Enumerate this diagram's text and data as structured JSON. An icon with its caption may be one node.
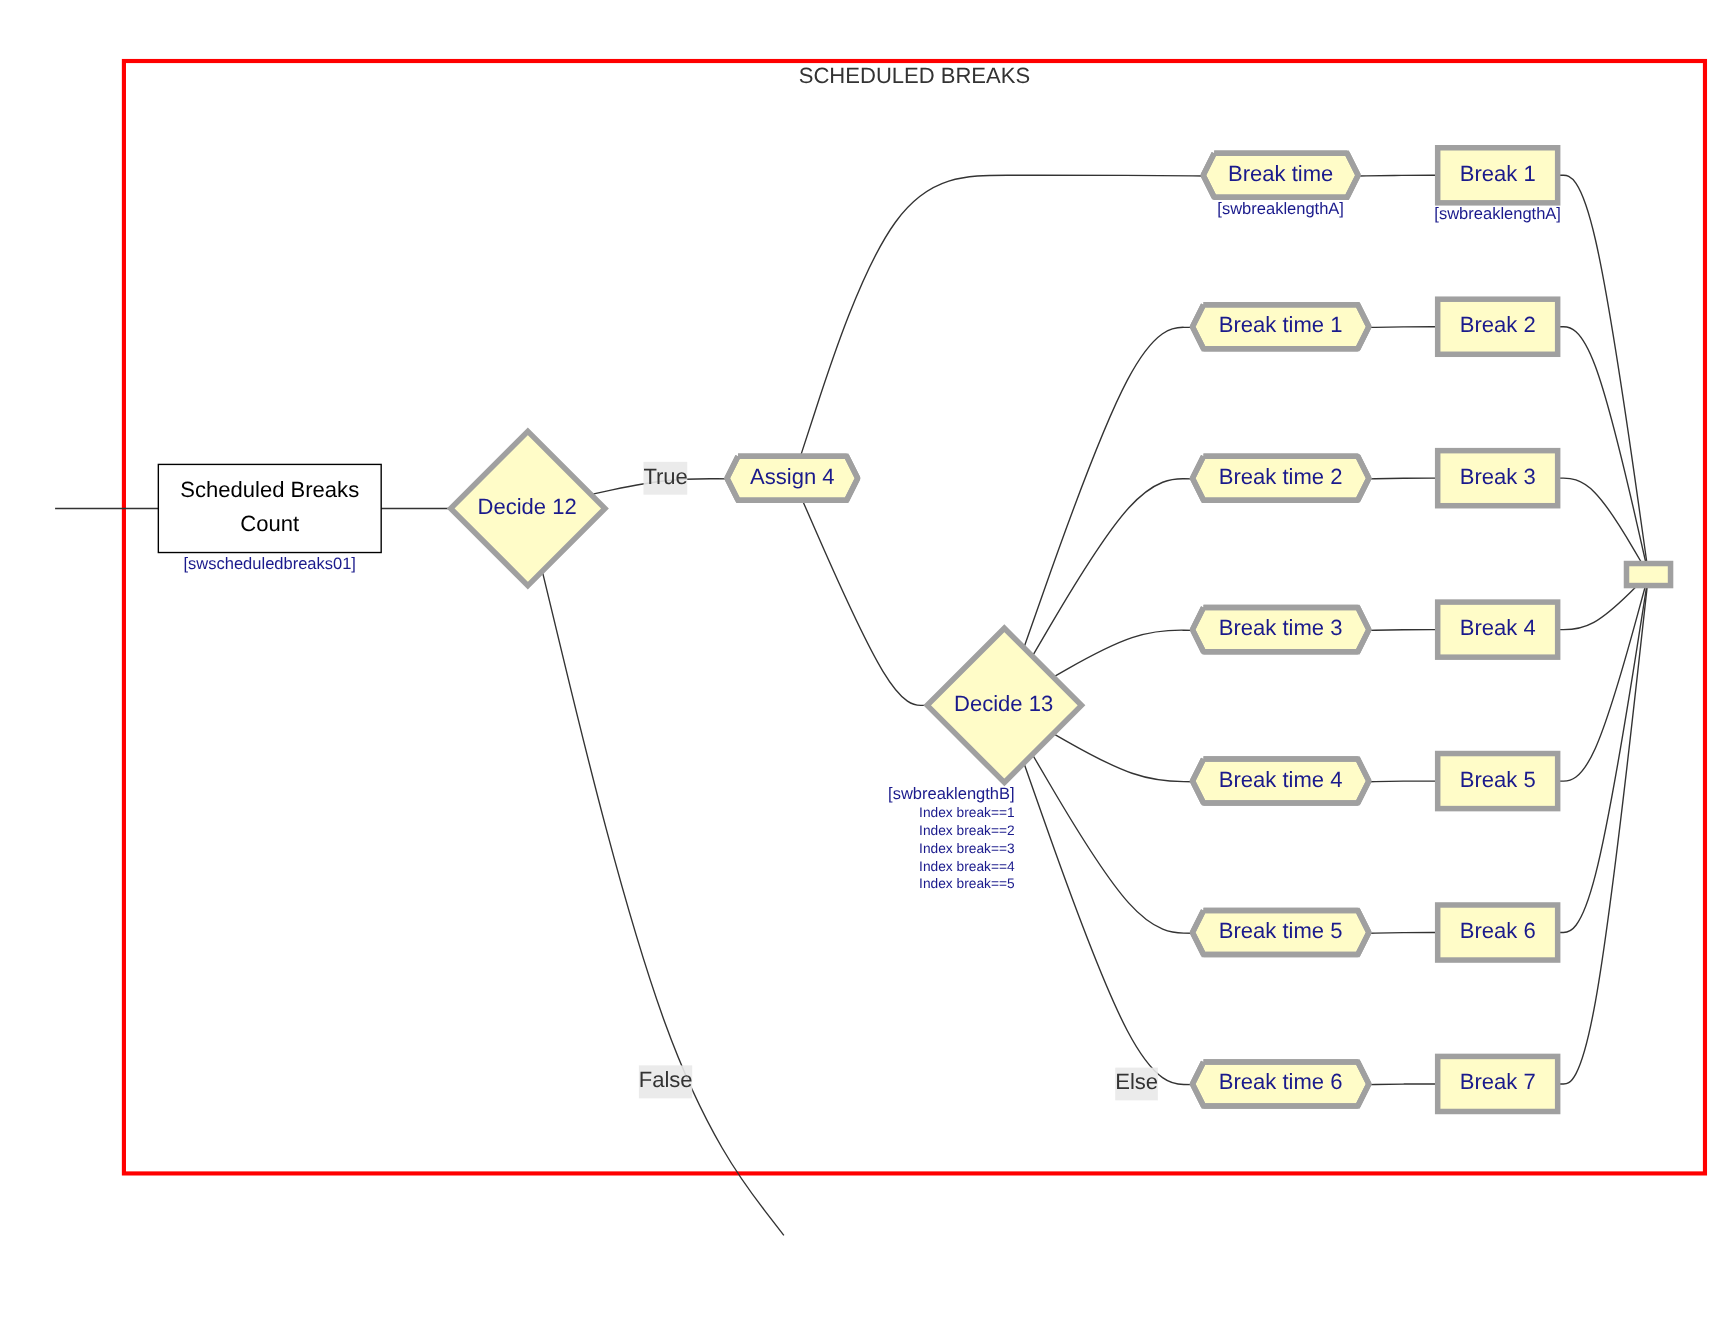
{
  "diagram": {
    "nodes": [
      {
        "text": [
          "SCHEDULED BREAKS"
        ]
      },
      {
        "text": [
          "Scheduled Breaks",
          "Count"
        ],
        "beside": [
          "[swscheduledbreaks01]"
        ],
        "in": 0
      },
      {
        "text": [
          "Decide 12"
        ],
        "in": 0
      },
      {
        "text": [
          "Assign 4"
        ],
        "in": 0
      },
      {
        "text": [
          "Break time"
        ],
        "beside": [
          "[swbreaklengthA]"
        ],
        "in": 0
      },
      {
        "text": [
          "Break 1"
        ],
        "beside": [
          "[swbreaklengthA]"
        ],
        "in": 0
      },
      {
        "text": [
          "Decide 13"
        ],
        "beside": [
          "[swbreaklengthB]",
          "Index break==1",
          "Index break==2",
          "Index break==3",
          "Index break==4",
          "Index break==5"
        ],
        "in": 0
      },
      {
        "text": [
          "Break time 1"
        ],
        "in": 0
      },
      {
        "text": [
          "Break time 2"
        ],
        "in": 0
      },
      {
        "text": [
          "Break time 3"
        ],
        "in": 0
      },
      {
        "text": [
          "Break time 4"
        ],
        "in": 0
      },
      {
        "text": [
          "Break time 5"
        ],
        "in": 0
      },
      {
        "text": [
          "Break time 6"
        ],
        "in": 0
      },
      {
        "text": [
          "Break 2"
        ],
        "in": 0
      },
      {
        "text": [
          "Break 3"
        ],
        "in": 0
      },
      {
        "text": [
          "Break 4"
        ],
        "in": 0
      },
      {
        "text": [
          "Break 5"
        ],
        "in": 0
      },
      {
        "text": [
          "Break 6"
        ],
        "in": 0
      },
      {
        "text": [
          "Break 7"
        ],
        "in": 0
      },
      {
        "text": [],
        "shape": "box",
        "in": 0
      }
    ],
    "edges": [
      {
        "from": null,
        "to": 1,
        "arrow": "none"
      },
      {
        "from": 1,
        "to": 2,
        "arrow": "none"
      },
      {
        "from": 2,
        "to": 3,
        "label": "True",
        "arrow": "none"
      },
      {
        "from": 2,
        "to": null,
        "label": "False",
        "arrow": "none"
      },
      {
        "from": 3,
        "to": 4,
        "arrow": "none"
      },
      {
        "from": 3,
        "to": 6,
        "arrow": "none"
      },
      {
        "from": 4,
        "to": 5,
        "arrow": "none"
      },
      {
        "from": 5,
        "to": 19,
        "arrow": "none"
      },
      {
        "from": 6,
        "to": 7,
        "arrow": "none"
      },
      {
        "from": 6,
        "to": 8,
        "arrow": "none"
      },
      {
        "from": 6,
        "to": 9,
        "arrow": "none"
      },
      {
        "from": 6,
        "to": 10,
        "arrow": "none"
      },
      {
        "from": 6,
        "to": 11,
        "arrow": "none"
      },
      {
        "from": 6,
        "to": 12,
        "label": "Else",
        "arrow": "none"
      },
      {
        "from": 7,
        "to": 13,
        "arrow": "none"
      },
      {
        "from": 8,
        "to": 14,
        "arrow": "none"
      },
      {
        "from": 9,
        "to": 15,
        "arrow": "none"
      },
      {
        "from": 10,
        "to": 16,
        "arrow": "none"
      },
      {
        "from": 11,
        "to": 17,
        "arrow": "none"
      },
      {
        "from": 12,
        "to": 18,
        "arrow": "none"
      },
      {
        "from": 13,
        "to": 19,
        "arrow": "none"
      },
      {
        "from": 14,
        "to": 19,
        "arrow": "none"
      },
      {
        "from": 15,
        "to": 19,
        "arrow": "none"
      },
      {
        "from": 16,
        "to": 19,
        "arrow": "none"
      },
      {
        "from": 17,
        "to": 19,
        "arrow": "none"
      },
      {
        "from": 18,
        "to": 19,
        "arrow": "none"
      }
    ]
  }
}
